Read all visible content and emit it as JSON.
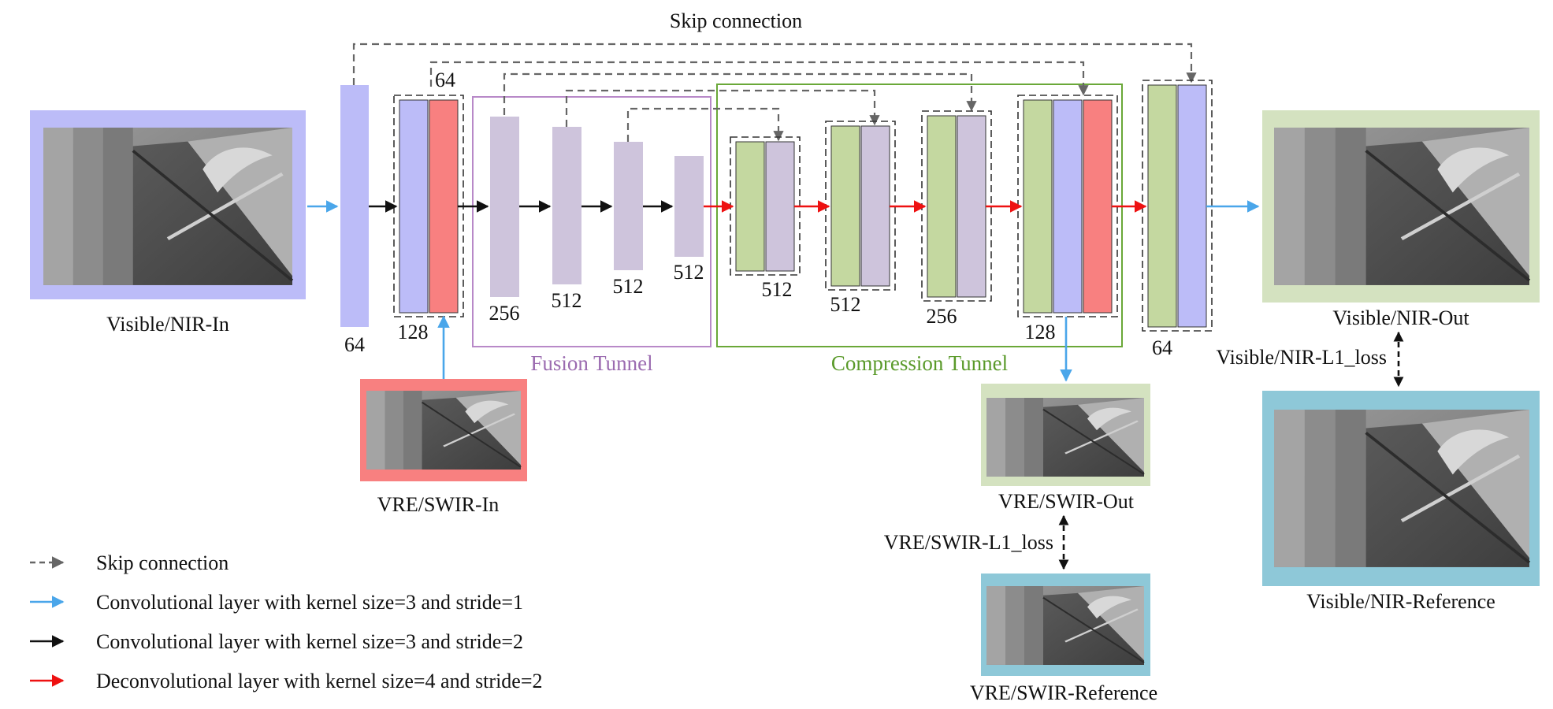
{
  "colors": {
    "visible": "#bcbcf8",
    "vre": "#f88080",
    "fusion": "#cec4dc",
    "comp": "#c4d8a0",
    "outVis": "#d4e2c0",
    "ref": "#8ec8d8",
    "skip": "#666666",
    "conv1": "#4aa6ea",
    "conv2": "#111111",
    "deconv": "#ee1111",
    "fusionBox": "#b889c8",
    "compBox": "#6aa838"
  },
  "icons": [
    "satellite-image-thumbnail"
  ],
  "labels": {
    "skip_title": "Skip connection",
    "visible_in": "Visible/NIR-In",
    "vre_in": "VRE/SWIR-In",
    "fusion_tunnel": "Fusion Tunnel",
    "compression_tunnel": "Compression Tunnel",
    "visible_out": "Visible/NIR-Out",
    "visible_loss": "Visible/NIR-L1_loss",
    "visible_ref": "Visible/NIR-Reference",
    "vre_out": "VRE/SWIR-Out",
    "vre_loss": "VRE/SWIR-L1_loss",
    "vre_ref": "VRE/SWIR-Reference"
  },
  "channels": {
    "conv_in": "64",
    "concat_a": "128",
    "concat_b": "64",
    "fusion1": "256",
    "fusion2": "512",
    "fusion3": "512",
    "fusion4": "512",
    "comp1": "512",
    "comp2": "512",
    "comp3": "256",
    "comp4": "128",
    "final": "64"
  },
  "legend": [
    {
      "kind": "skip",
      "text": "Skip connection"
    },
    {
      "kind": "conv1",
      "text": "Convolutional layer with kernel size=3 and stride=1"
    },
    {
      "kind": "conv2",
      "text": "Convolutional layer with kernel size=3 and stride=2"
    },
    {
      "kind": "deconv",
      "text": "Deconvolutional layer with kernel size=4 and stride=2"
    }
  ]
}
